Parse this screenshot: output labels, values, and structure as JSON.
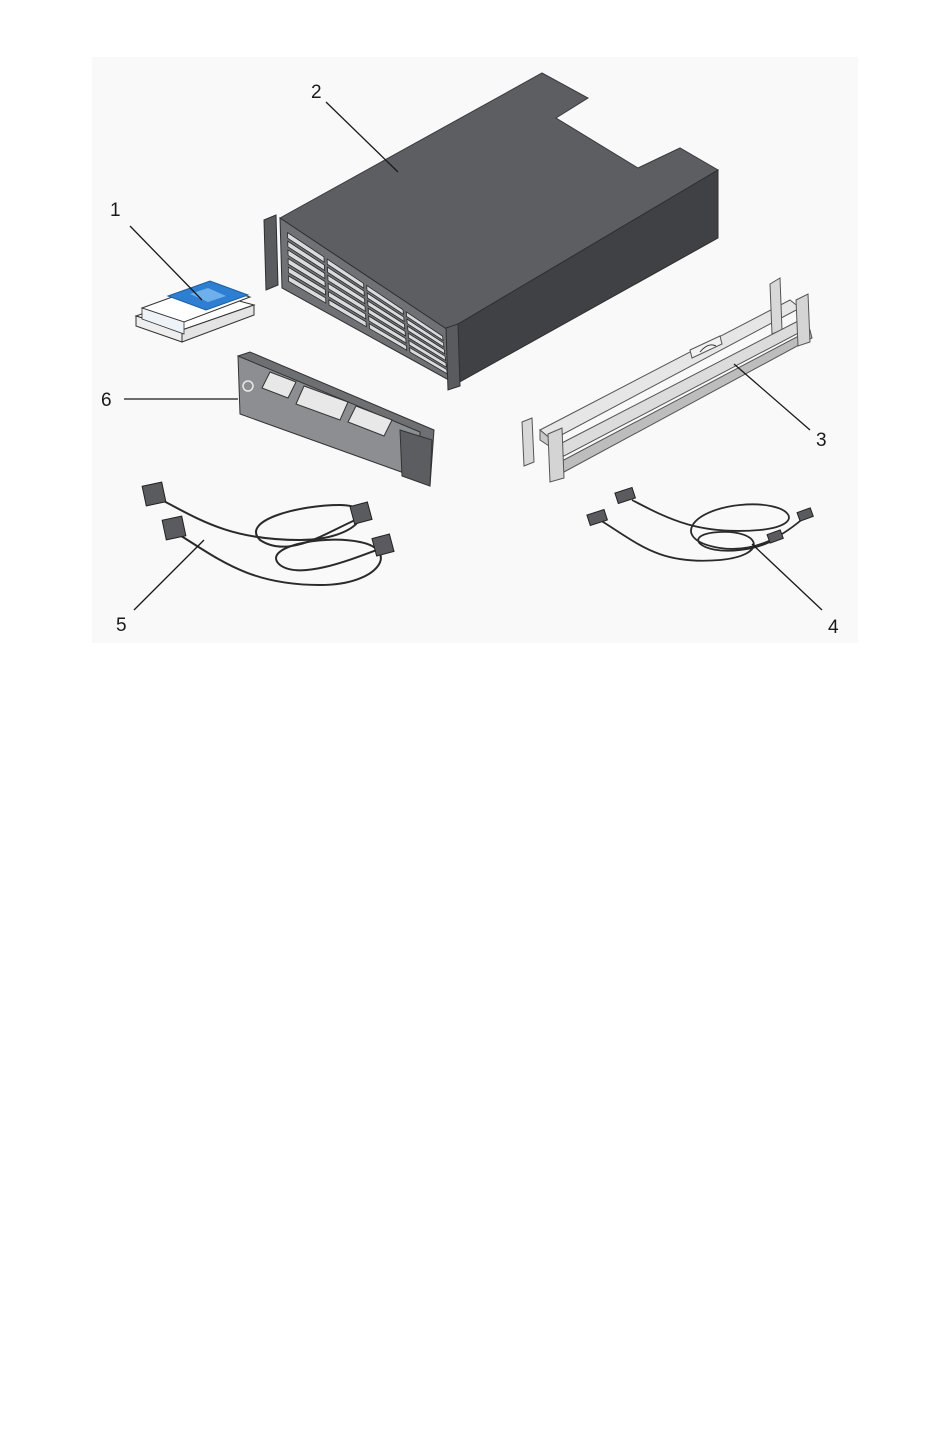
{
  "figure": {
    "background": "#f9f9f9",
    "callouts": [
      {
        "id": "1",
        "label": "1",
        "icon": "documentation-icon"
      },
      {
        "id": "2",
        "label": "2",
        "icon": "storage-enclosure-icon"
      },
      {
        "id": "3",
        "label": "3",
        "icon": "rail-kit-icon"
      },
      {
        "id": "4",
        "label": "4",
        "icon": "network-cable-icon"
      },
      {
        "id": "5",
        "label": "5",
        "icon": "power-cable-icon"
      },
      {
        "id": "6",
        "label": "6",
        "icon": "front-bezel-icon"
      }
    ],
    "colors": {
      "enclosure": "#5a5b5e",
      "enclosure_dark": "#3c3d40",
      "manual": "#2e7fd1",
      "rail": "#dcdcdc",
      "bezel": "#8d8e91"
    }
  }
}
